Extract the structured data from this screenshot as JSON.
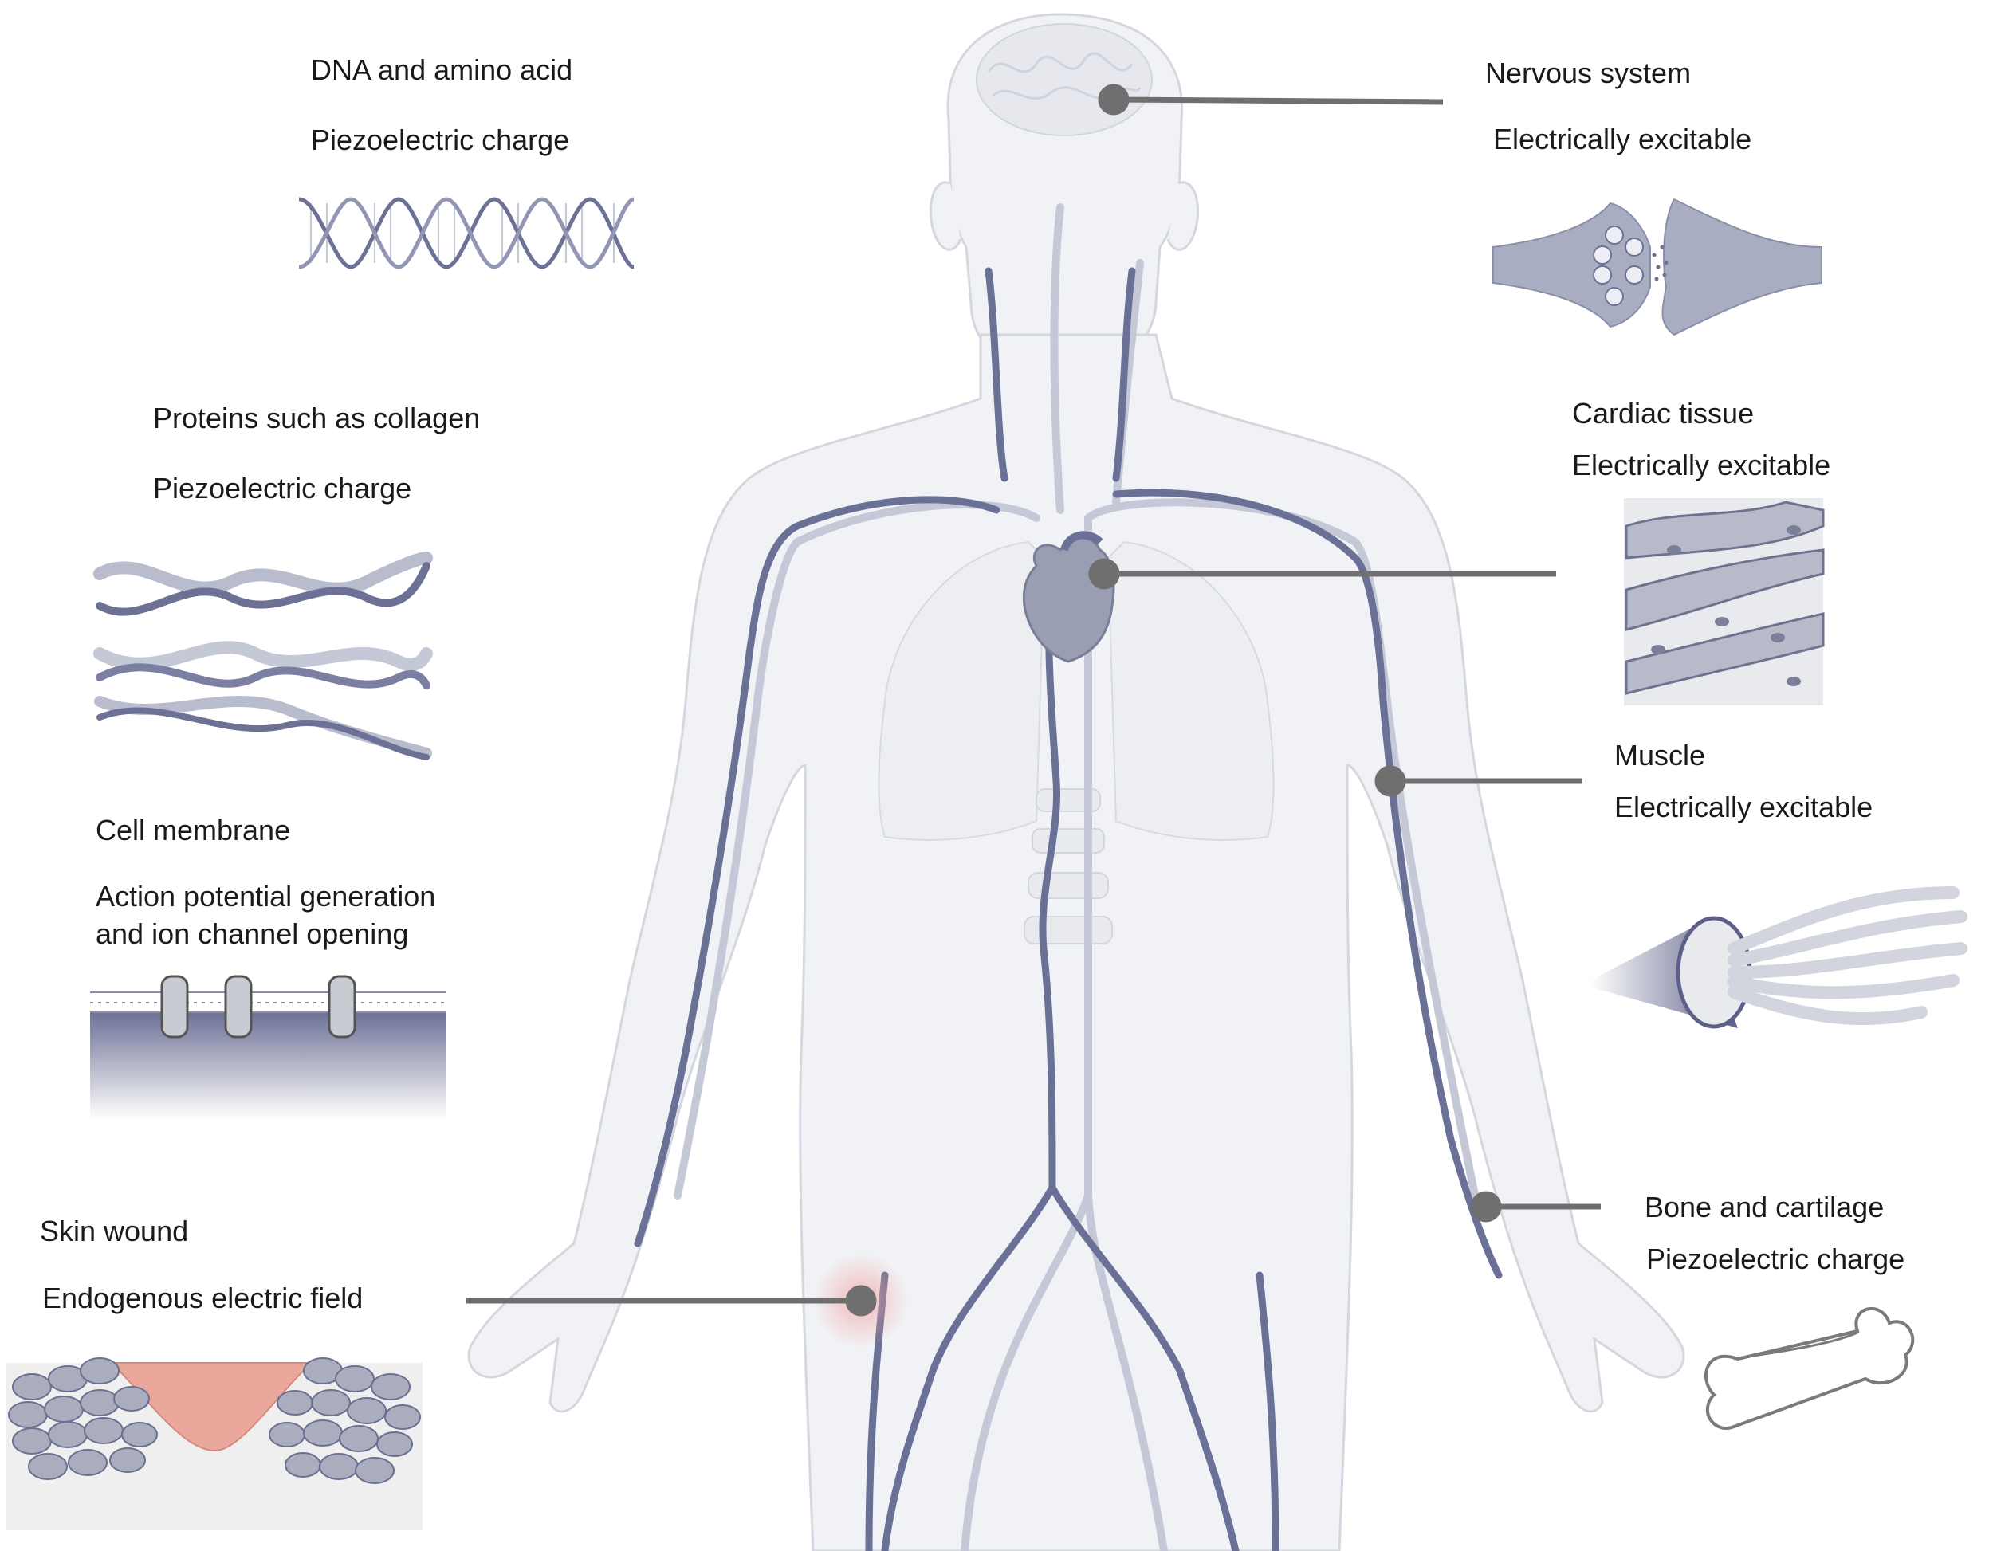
{
  "colors": {
    "vein": "#6b7196",
    "artery": "#b9bccd",
    "body_fill": "#f1f2f5",
    "body_stroke": "#d5d7df",
    "leader": "#6f6f6f",
    "wound": "#eaa89c",
    "cell": "#a9adbd"
  },
  "labels": {
    "dna_title": "DNA and amino acid",
    "dna_sub": "Piezoelectric charge",
    "collagen_title": "Proteins such as collagen",
    "collagen_sub": "Piezoelectric charge",
    "membrane_title": "Cell membrane",
    "membrane_sub_line1": "Action potential generation",
    "membrane_sub_line2": "and ion channel opening",
    "wound_title": "Skin wound",
    "wound_sub": "Endogenous electric field",
    "nervous_title": "Nervous system",
    "nervous_sub": "Electrically excitable",
    "cardiac_title": "Cardiac tissue",
    "cardiac_sub": "Electrically excitable",
    "muscle_title": "Muscle",
    "muscle_sub": "Electrically excitable",
    "bone_title": "Bone and cartilage",
    "bone_sub": "Piezoelectric charge"
  },
  "icons": {
    "dna": "dna-double-helix-icon",
    "collagen": "collagen-triple-helix-icon",
    "membrane": "lipid-bilayer-icon",
    "wound": "skin-wound-cells-icon",
    "synapse": "synapse-icon",
    "cardiac": "cardiac-tissue-icon",
    "muscle": "muscle-fiber-icon",
    "bone": "bone-icon",
    "body": "human-body-icon",
    "heart": "heart-icon",
    "brain": "brain-icon"
  }
}
